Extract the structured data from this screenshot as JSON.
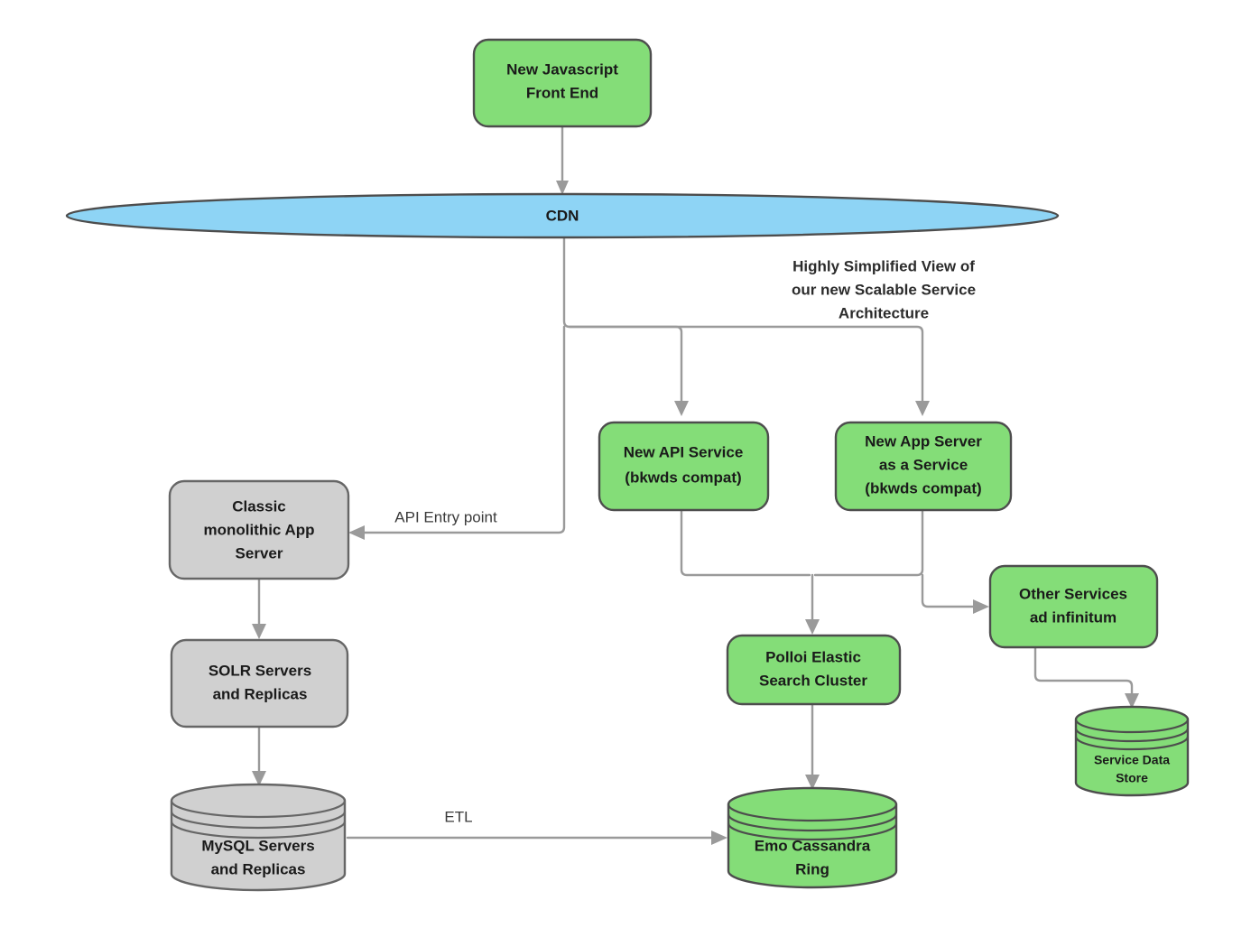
{
  "diagram": {
    "title_annotation": {
      "lines": [
        "Highly Simplified View of",
        "our new Scalable Service",
        "Architecture"
      ]
    },
    "colors": {
      "green_fill": "#84dd78",
      "green_stroke": "#4d4d4d",
      "grey_fill": "#d0d0d0",
      "grey_stroke": "#666666",
      "blue_fill": "#8ed4f5",
      "edge_stroke": "#9a9a9a",
      "text": "#1a1a1a",
      "background": "#ffffff"
    },
    "nodes": [
      {
        "id": "js-front-end",
        "shape": "rounded-rect",
        "style": "green",
        "lines": [
          "New Javascript",
          "Front End"
        ]
      },
      {
        "id": "cdn",
        "shape": "ellipse",
        "style": "blue",
        "lines": [
          "CDN"
        ]
      },
      {
        "id": "new-api-service",
        "shape": "rounded-rect",
        "style": "green",
        "lines": [
          "New API Service",
          "(bkwds compat)"
        ]
      },
      {
        "id": "new-app-server",
        "shape": "rounded-rect",
        "style": "green",
        "lines": [
          "New App Server",
          "as a Service",
          "(bkwds compat)"
        ]
      },
      {
        "id": "other-services",
        "shape": "rounded-rect",
        "style": "green",
        "lines": [
          "Other Services",
          "ad infinitum"
        ]
      },
      {
        "id": "classic-monolith",
        "shape": "rounded-rect",
        "style": "grey",
        "lines": [
          "Classic",
          "monolithic App",
          "Server"
        ]
      },
      {
        "id": "solr-servers",
        "shape": "rounded-rect",
        "style": "grey",
        "lines": [
          "SOLR Servers",
          "and Replicas"
        ]
      },
      {
        "id": "polloi-elastic-search",
        "shape": "rounded-rect",
        "style": "green",
        "lines": [
          "Polloi Elastic",
          "Search Cluster"
        ]
      },
      {
        "id": "mysql-servers",
        "shape": "cylinder",
        "style": "grey",
        "lines": [
          "MySQL Servers",
          "and Replicas"
        ]
      },
      {
        "id": "emo-cassandra-ring",
        "shape": "cylinder",
        "style": "green",
        "lines": [
          "Emo Cassandra",
          "Ring"
        ]
      },
      {
        "id": "service-data-store",
        "shape": "cylinder",
        "style": "green",
        "lines": [
          "Service Data",
          "Store"
        ]
      }
    ],
    "edges": [
      {
        "id": "js-to-cdn",
        "from": "js-front-end",
        "to": "cdn",
        "label": ""
      },
      {
        "id": "cdn-to-api-service",
        "from": "cdn",
        "to": "new-api-service",
        "label": ""
      },
      {
        "id": "cdn-to-app-server",
        "from": "cdn",
        "to": "new-app-server",
        "label": ""
      },
      {
        "id": "cdn-to-monolith",
        "from": "cdn",
        "to": "classic-monolith",
        "label": "API Entry point"
      },
      {
        "id": "monolith-to-solr",
        "from": "classic-monolith",
        "to": "solr-servers",
        "label": ""
      },
      {
        "id": "solr-to-mysql",
        "from": "solr-servers",
        "to": "mysql-servers",
        "label": ""
      },
      {
        "id": "mysql-to-cassandra",
        "from": "mysql-servers",
        "to": "emo-cassandra-ring",
        "label": "ETL"
      },
      {
        "id": "api-service-to-polloi",
        "from": "new-api-service",
        "to": "polloi-elastic-search",
        "label": ""
      },
      {
        "id": "app-server-to-polloi",
        "from": "new-app-server",
        "to": "polloi-elastic-search",
        "label": ""
      },
      {
        "id": "app-server-to-other-services",
        "from": "new-app-server",
        "to": "other-services",
        "label": ""
      },
      {
        "id": "polloi-to-cassandra",
        "from": "polloi-elastic-search",
        "to": "emo-cassandra-ring",
        "label": ""
      },
      {
        "id": "other-services-to-data-store",
        "from": "other-services",
        "to": "service-data-store",
        "label": ""
      }
    ],
    "edge_labels": {
      "api_entry_point": "API Entry point",
      "etl": "ETL"
    }
  }
}
